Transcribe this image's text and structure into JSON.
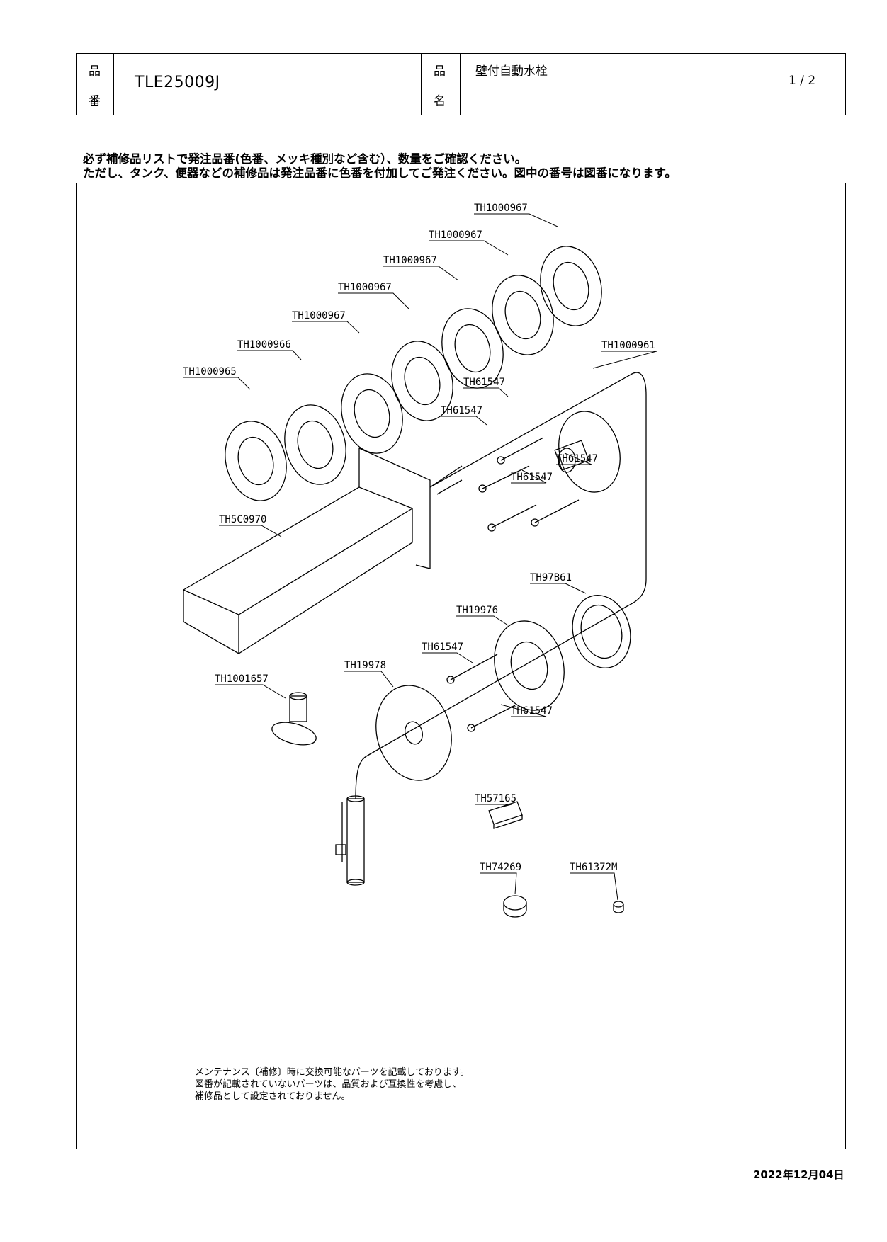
{
  "header": {
    "label_hinban_1": "品",
    "label_hinban_2": "番",
    "product_code": "TLE25009J",
    "label_hinmei_1": "品",
    "label_hinmei_2": "名",
    "product_name": "壁付自動水栓",
    "page": "1 / 2"
  },
  "notes": {
    "line1": "必ず補修品リストで発注品番(色番、メッキ種別など含む）、数量をご確認ください。",
    "line2": "ただし、タンク、便器などの補修品は発注品番に色番を付加してご発注ください。図中の番号は図番になります。"
  },
  "parts": {
    "washer_1": "TH1000967",
    "washer_2": "TH1000967",
    "washer_3": "TH1000967",
    "washer_4": "TH1000967",
    "washer_5": "TH1000967",
    "washer_6": "TH1000966",
    "washer_7": "TH1000965",
    "flange_plate": "TH1000961",
    "screw_1": "TH61547",
    "screw_2": "TH61547",
    "screw_3": "TH61547",
    "screw_4": "TH61547",
    "spout": "TH5C0970",
    "gasket_ring": "TH97B61",
    "mounting_flange": "TH19976",
    "screw_5": "TH61547",
    "screw_6": "TH61547",
    "cover_plate": "TH19978",
    "key_tool": "TH1001657",
    "tape_pad": "TH57165",
    "clamp": "TH74269",
    "small_nut": "TH61372M"
  },
  "footnote": {
    "line1": "メンテナンス〔補修〕時に交換可能なパーツを記載しております。",
    "line2": "図番が記載されていないパーツは、品質および互換性を考慮し、",
    "line3": "補修品として設定されておりません。"
  },
  "date": "2022年12月04日"
}
